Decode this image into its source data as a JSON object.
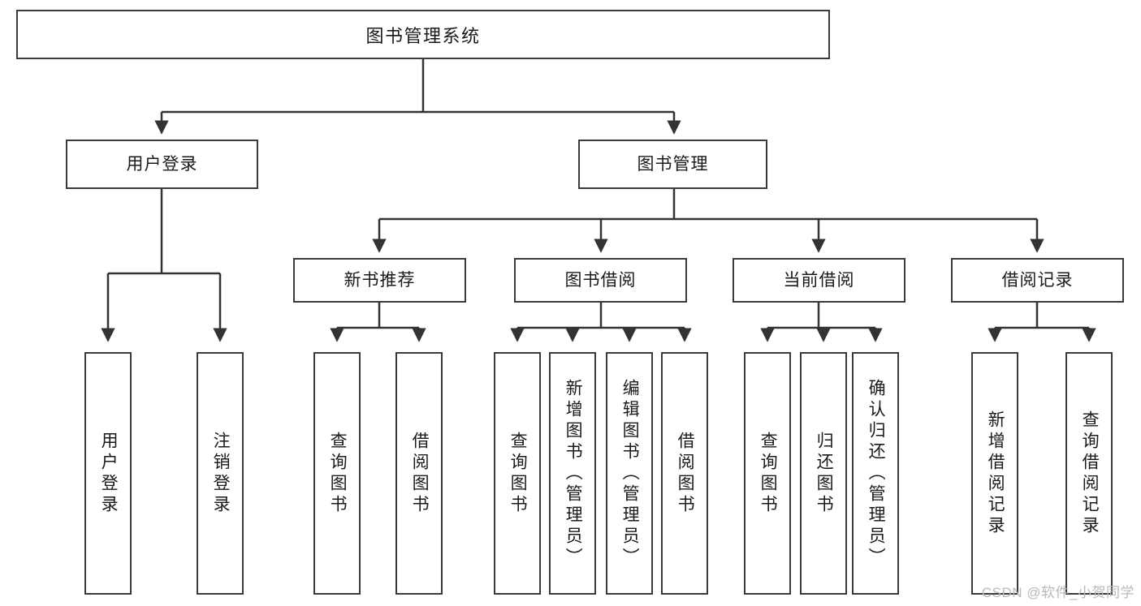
{
  "diagram": {
    "type": "tree",
    "title": "图书管理系统",
    "watermark": "CSDN @软件_小贺同学",
    "colors": {
      "border": "#3a3a3a",
      "background": "#ffffff",
      "text": "#1a1a1a",
      "edge": "#333333",
      "watermark": "#b9b9b9"
    },
    "root": {
      "label": "图书管理系统"
    },
    "level1": [
      {
        "label": "用户登录"
      },
      {
        "label": "图书管理"
      }
    ],
    "level2": [
      {
        "label": "新书推荐"
      },
      {
        "label": "图书借阅"
      },
      {
        "label": "当前借阅"
      },
      {
        "label": "借阅记录"
      }
    ],
    "leaves": {
      "user_login": [
        {
          "label": "用户登录"
        },
        {
          "label": "注销登录"
        }
      ],
      "new_book": [
        {
          "label": "查询图书"
        },
        {
          "label": "借阅图书"
        }
      ],
      "book_borrow": [
        {
          "label": "查询图书"
        },
        {
          "label": "新增图书（管理员）"
        },
        {
          "label": "编辑图书（管理员）"
        },
        {
          "label": "借阅图书"
        }
      ],
      "current_borrow": [
        {
          "label": "查询图书"
        },
        {
          "label": "归还图书"
        },
        {
          "label": "确认归还（管理员）"
        }
      ],
      "borrow_record": [
        {
          "label": "新增借阅记录"
        },
        {
          "label": "查询借阅记录"
        }
      ]
    }
  }
}
